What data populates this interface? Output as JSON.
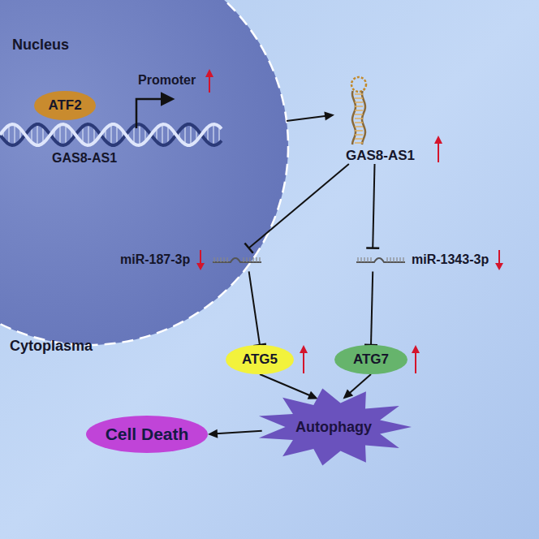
{
  "diagram": {
    "nodes": [
      {
        "text": [
          "Nucleus"
        ]
      },
      {
        "text": [
          "ATF2"
        ],
        "in": 0
      },
      {
        "text": [
          "GAS8-AS1"
        ]
      },
      {
        "text": [
          "miR-187-3p"
        ]
      },
      {
        "text": [
          "miR-1343-3p"
        ]
      },
      {
        "text": [
          "ATG5"
        ]
      },
      {
        "text": [
          "ATG7"
        ]
      },
      {
        "text": [
          "Autophagy"
        ]
      },
      {
        "text": [
          "Cell Death"
        ]
      }
    ],
    "edges": [
      {
        "from": 0,
        "to": 2,
        "arrow": "to"
      },
      {
        "from": 2,
        "to": 3,
        "arrow": "to"
      },
      {
        "from": 2,
        "to": 4,
        "arrow": "to"
      },
      {
        "from": 3,
        "to": 5,
        "arrow": "to"
      },
      {
        "from": 4,
        "to": 6,
        "arrow": "to"
      },
      {
        "from": 5,
        "to": 7,
        "arrow": "to"
      },
      {
        "from": 6,
        "to": 7,
        "arrow": "to"
      },
      {
        "from": 7,
        "to": 8,
        "arrow": "to"
      }
    ],
    "labels": [
      "GAS8-AS1",
      "Promoter",
      "Cytoplasma"
    ]
  }
}
